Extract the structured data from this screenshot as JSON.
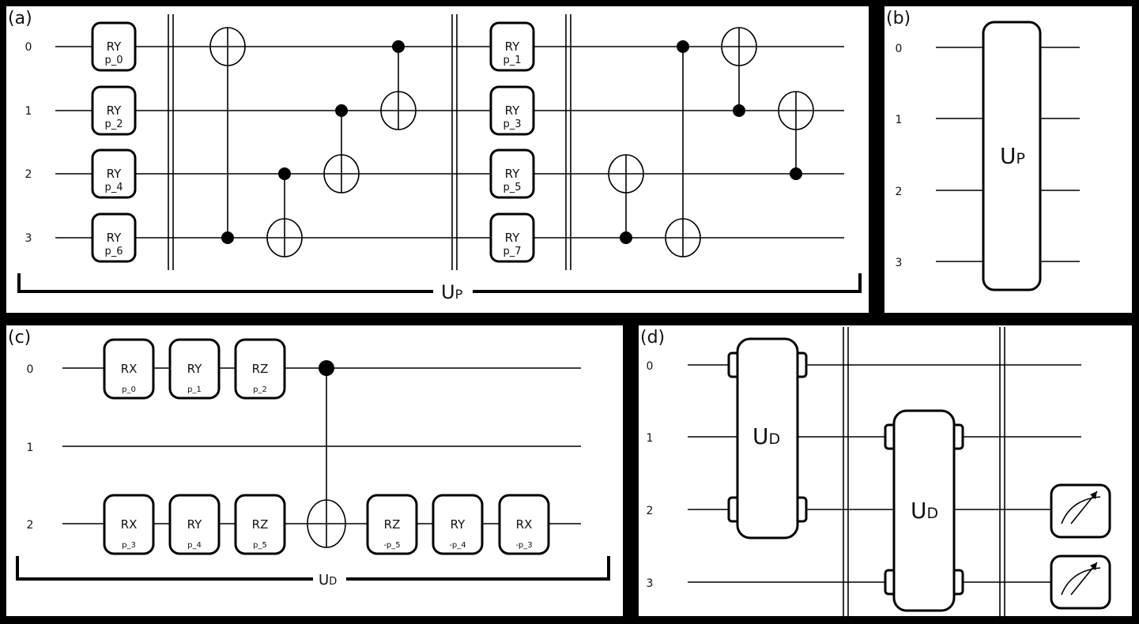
{
  "panels": {
    "a": {
      "label": "(a)",
      "qubits": [
        "0",
        "1",
        "2",
        "3"
      ],
      "gates": [
        {
          "name": "RY",
          "param": "p_0"
        },
        {
          "name": "RY",
          "param": "p_2"
        },
        {
          "name": "RY",
          "param": "p_4"
        },
        {
          "name": "RY",
          "param": "p_6"
        },
        {
          "name": "RY",
          "param": "p_1"
        },
        {
          "name": "RY",
          "param": "p_3"
        },
        {
          "name": "RY",
          "param": "p_5"
        },
        {
          "name": "RY",
          "param": "p_7"
        }
      ],
      "bracket_label": "U",
      "bracket_sub": "P"
    },
    "b": {
      "label": "(b)",
      "qubits": [
        "0",
        "1",
        "2",
        "3"
      ],
      "block_label": "U",
      "block_sub": "P"
    },
    "c": {
      "label": "(c)",
      "qubits": [
        "0",
        "1",
        "2"
      ],
      "gates_top": [
        {
          "name": "RX",
          "param": "p_0"
        },
        {
          "name": "RY",
          "param": "p_1"
        },
        {
          "name": "RZ",
          "param": "p_2"
        }
      ],
      "gates_bottom": [
        {
          "name": "RX",
          "param": "p_3"
        },
        {
          "name": "RY",
          "param": "p_4"
        },
        {
          "name": "RZ",
          "param": "p_5"
        },
        {
          "name": "RZ",
          "param": "-p_5"
        },
        {
          "name": "RY",
          "param": "-p_4"
        },
        {
          "name": "RX",
          "param": "-p_3"
        }
      ],
      "bracket_label": "U",
      "bracket_sub": "D"
    },
    "d": {
      "label": "(d)",
      "qubits": [
        "0",
        "1",
        "2",
        "3"
      ],
      "block1_label": "U",
      "block1_sub": "D",
      "block2_label": "U",
      "block2_sub": "D",
      "measure_icon": "measurement-meter-icon"
    }
  }
}
